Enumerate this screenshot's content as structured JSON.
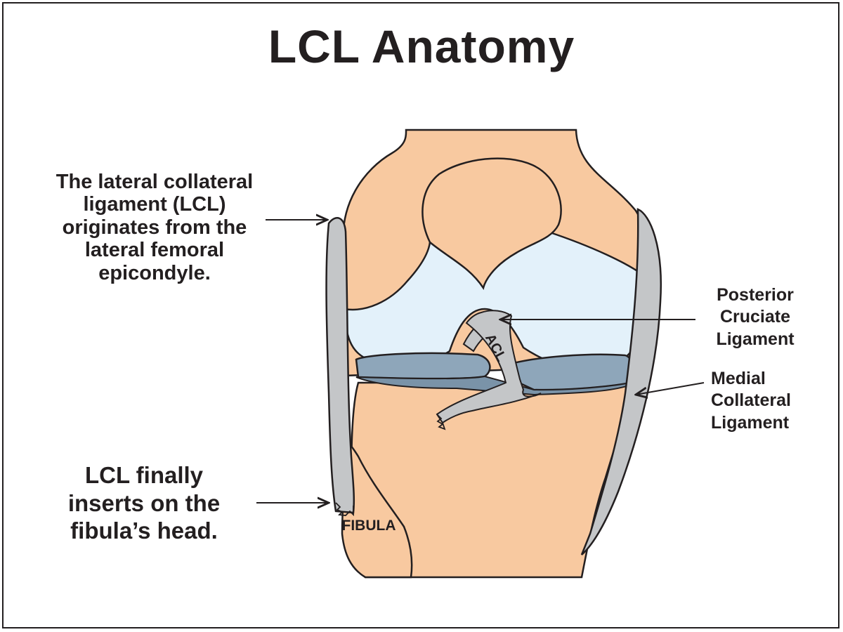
{
  "title": "LCL Anatomy",
  "labels": {
    "lcl_origin": [
      "The lateral collateral",
      "ligament (LCL)",
      "originates from the",
      "lateral femoral",
      "epicondyle."
    ],
    "lcl_insertion": [
      "LCL finally",
      "inserts on the",
      "fibula’s head."
    ],
    "pcl": [
      "Posterior",
      "Cruciate",
      "Ligament"
    ],
    "mcl": [
      "Medial",
      "Collateral",
      "Ligament"
    ],
    "acl": "ACL",
    "fibula": "FIBULA"
  },
  "colors": {
    "bone": "#f8c9a0",
    "cartilage": "#e3f1fa",
    "meniscus": "#8ea6ba",
    "ligament": "#c4c6c8",
    "outline": "#231f20"
  }
}
